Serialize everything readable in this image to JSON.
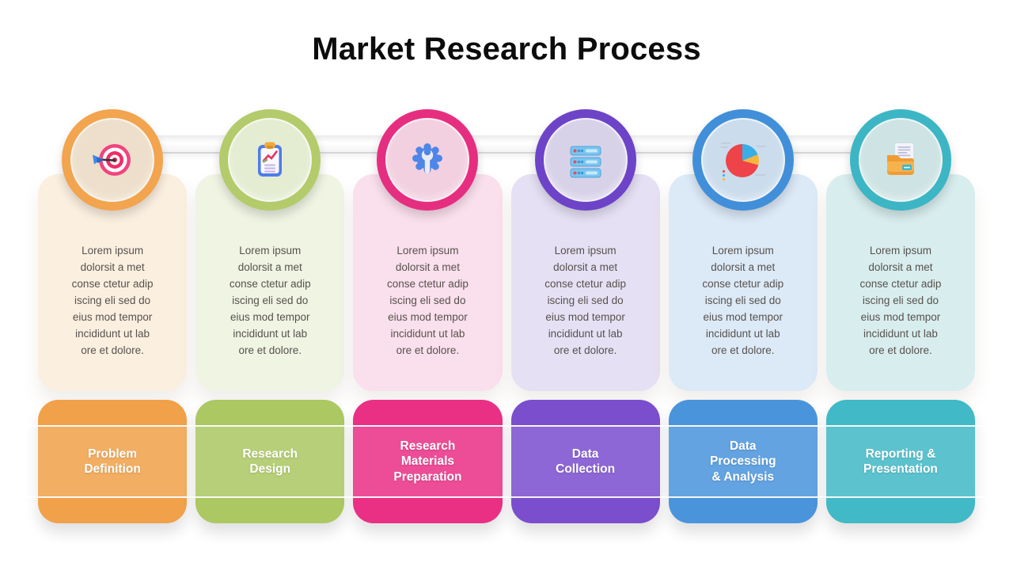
{
  "slide": {
    "title": "Market Research Process",
    "background_color": "#ffffff"
  },
  "steps": [
    {
      "label": "Problem\nDefinition",
      "body": "Lorem ipsum\ndolorsit a met\nconse ctetur adip\niscing eli sed do\neius mod tempor\nincididunt ut lab\nore et dolore.",
      "icon": "target-icon",
      "colors": {
        "ring": "#F2A44E",
        "inner_circle": "#EDDFCB",
        "card_bg": "#FBEFE0",
        "label_bg": "#F0A149"
      }
    },
    {
      "label": "Research\nDesign",
      "body": "Lorem ipsum\ndolorsit a met\nconse ctetur adip\niscing eli sed do\neius mod tempor\nincididunt ut lab\nore et dolore.",
      "icon": "clipboard-chart-icon",
      "colors": {
        "ring": "#B3CB6A",
        "inner_circle": "#E4ECD2",
        "card_bg": "#EFF4E3",
        "label_bg": "#ABC862"
      }
    },
    {
      "label": "Research\nMaterials\nPreparation",
      "body": "Lorem ipsum\ndolorsit a met\nconse ctetur adip\niscing eli sed do\neius mod tempor\nincididunt ut lab\nore et dolore.",
      "icon": "gear-wrench-icon",
      "colors": {
        "ring": "#E62E80",
        "inner_circle": "#F2D0DF",
        "card_bg": "#FADFEC",
        "label_bg": "#E93085"
      }
    },
    {
      "label": "Data\nCollection",
      "body": "Lorem ipsum\ndolorsit a met\nconse ctetur adip\niscing eli sed do\neius mod tempor\nincididunt ut lab\nore et dolore.",
      "icon": "server-stack-icon",
      "colors": {
        "ring": "#6D44C8",
        "inner_circle": "#D8D2E8",
        "card_bg": "#E5E0F4",
        "label_bg": "#7B4ECE"
      }
    },
    {
      "label": "Data\nProcessing\n& Analysis",
      "body": "Lorem ipsum\ndolorsit a met\nconse ctetur adip\niscing eli sed do\neius mod tempor\nincididunt ut lab\nore et dolore.",
      "icon": "pie-chart-icon",
      "colors": {
        "ring": "#418FD9",
        "inner_circle": "#CBDCEC",
        "card_bg": "#DCE9F7",
        "label_bg": "#4A94DC"
      }
    },
    {
      "label": "Reporting &\nPresentation",
      "body": "Lorem ipsum\ndolorsit a met\nconse ctetur adip\niscing eli sed do\neius mod tempor\nincididunt ut lab\nore et dolore.",
      "icon": "folder-document-icon",
      "colors": {
        "ring": "#3CB6C4",
        "inner_circle": "#CEE3E3",
        "card_bg": "#D8EDEE",
        "label_bg": "#41B9C6"
      }
    }
  ]
}
